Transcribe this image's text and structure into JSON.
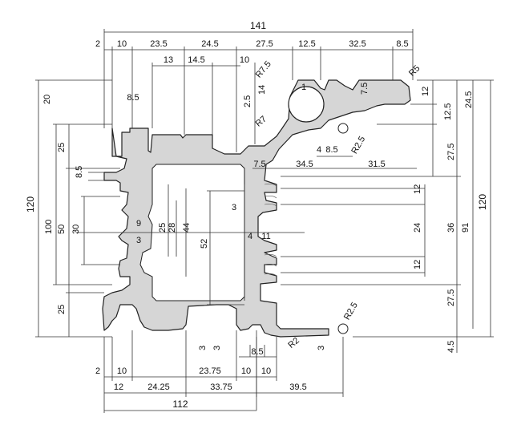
{
  "drawing": {
    "top_dims": {
      "overall": "141",
      "row1": [
        "2",
        "10",
        "23.5",
        "24.5",
        "27.5",
        "12.5",
        "32.5",
        "8.5"
      ],
      "row2": [
        "13",
        "14.5",
        "10"
      ]
    },
    "radii": {
      "r75": "R7.5",
      "r7": "R7",
      "r5": "R5",
      "r25a": "R2.5",
      "r25b": "R2.5",
      "r2": "R2"
    },
    "left_dims": {
      "overall": "120",
      "mid": "100",
      "small": [
        "20",
        "25",
        "8.5",
        "50",
        "30",
        "25"
      ],
      "inner": [
        "8.5",
        "9",
        "3",
        "25",
        "28",
        "44",
        "52"
      ]
    },
    "right_dims": {
      "overall": "120",
      "mid": "91",
      "parts": [
        "12",
        "24.5",
        "12.5",
        "27.5",
        "12",
        "24",
        "12",
        "36",
        "27.5",
        "4.5"
      ]
    },
    "misc": [
      "14",
      "1",
      "7.5",
      "2.5",
      "4",
      "8.5",
      "7.5",
      "34.5",
      "31.5",
      "3",
      "4",
      "11",
      "3",
      "3",
      "3",
      "8.5"
    ],
    "bottom_dims": {
      "row1": [
        "2",
        "10",
        "23.75",
        "10",
        "10"
      ],
      "row2": [
        "12",
        "24.25",
        "33.75",
        "39.5"
      ],
      "overall": "112"
    }
  }
}
